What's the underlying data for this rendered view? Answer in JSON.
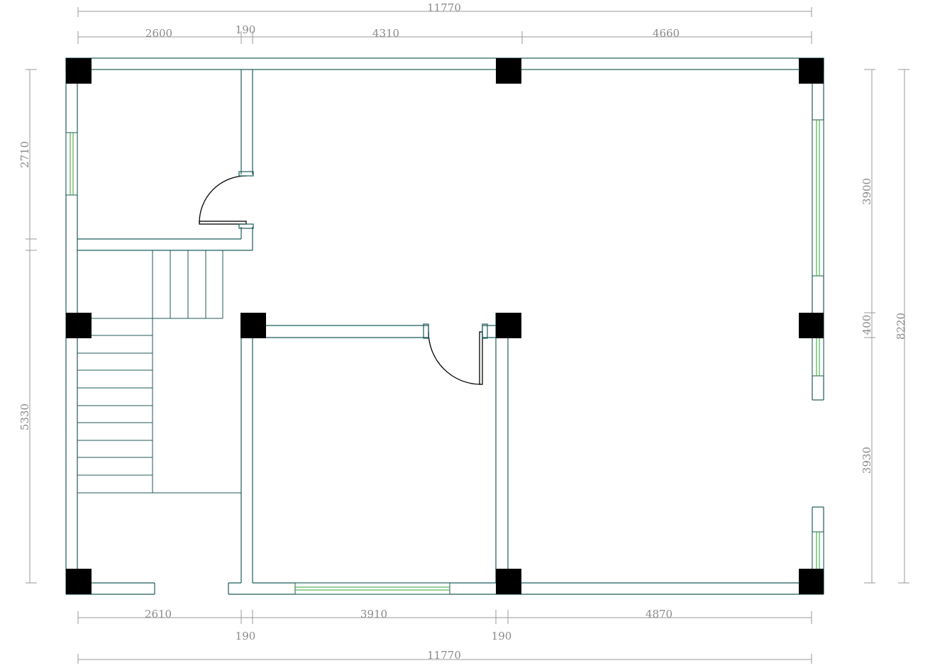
{
  "colors": {
    "wall": "#1f5a5a",
    "window": "#2ea02e",
    "column": "#000000",
    "dimension": "#8a8a8a"
  },
  "dimensions": {
    "top_overall": "11770",
    "top_segments": [
      "2600",
      "190",
      "4310",
      "4660"
    ],
    "bottom_segments": [
      "2610",
      "3910",
      "4870"
    ],
    "bottom_small": [
      "190",
      "190"
    ],
    "bottom_overall": "11770",
    "left": [
      "2710",
      "5330"
    ],
    "right": [
      "3900",
      "400",
      "3930"
    ],
    "right_overall": "8220"
  }
}
